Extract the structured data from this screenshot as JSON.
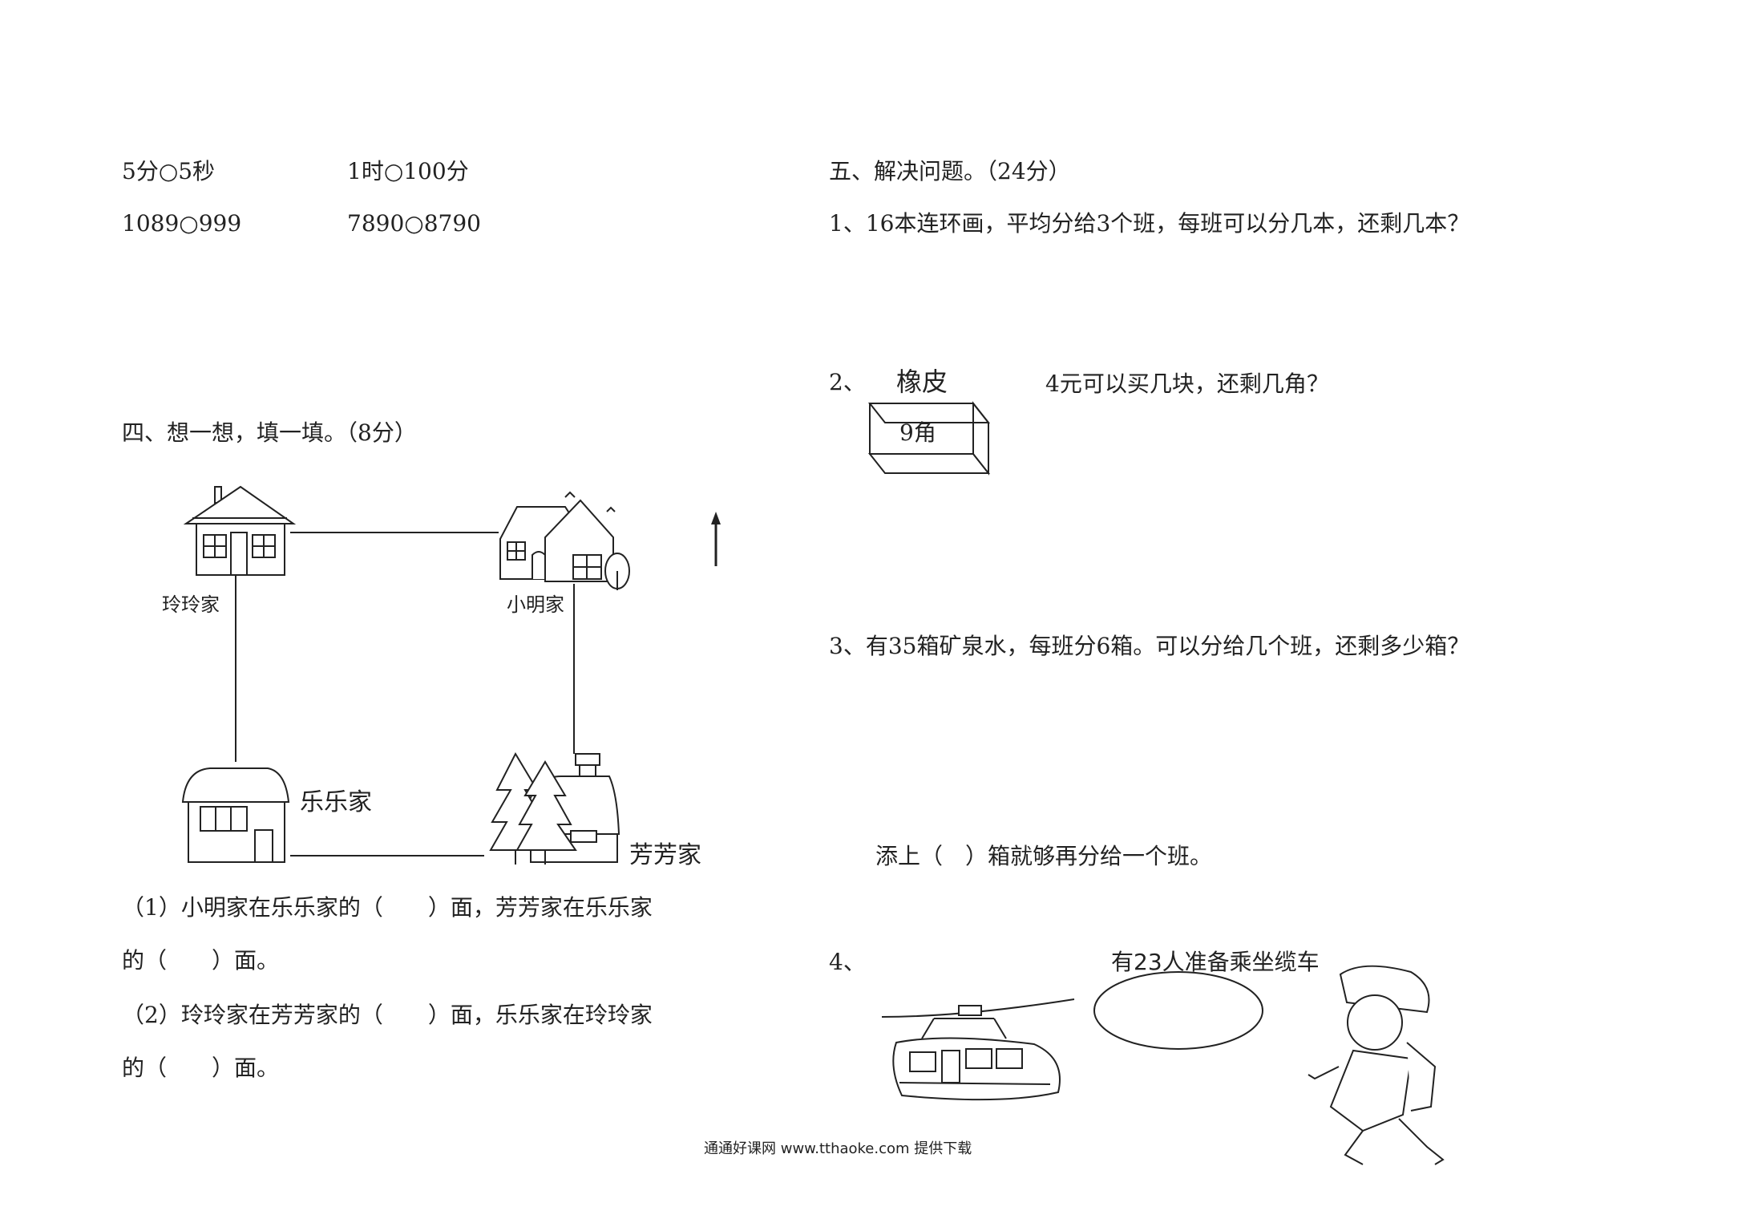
{
  "compare": {
    "r1c1": "5分○5秒",
    "r1c2": "1时○100分",
    "r2c1": "1089○999",
    "r2c2": "7890○8790"
  },
  "section4": {
    "title": "四、想一想，填一填。（8分）",
    "labels": {
      "lingling": "玲玲家",
      "xiaoming": "小明家",
      "lele": "乐乐家",
      "fangfang": "芳芳家"
    },
    "q1a": "（1）小明家在乐乐家的（　　）面，芳芳家在乐乐家",
    "q1b": "的（　　）面。",
    "q2a": "（2）玲玲家在芳芳家的（　　）面，乐乐家在玲玲家",
    "q2b": "的（　　）面。"
  },
  "section5": {
    "title": "五、解决问题。（24分）",
    "p1": "1、16本连环画，平均分给3个班，每班可以分几本，还剩几本？",
    "p2_num": "2、",
    "p2_item": "橡皮",
    "p2_price": "9角",
    "p2_question": "4元可以买几块，还剩几角？",
    "p3": "3、有35箱矿泉水，每班分6箱。可以分给几个班，还剩多少箱？",
    "p3_fill": "添上（　）箱就够再分给一个班。",
    "p4_num": "4、",
    "p4_text": "有23人准备乘坐缆车"
  },
  "footer": "通通好课网 www.tthaoke.com 提供下载"
}
